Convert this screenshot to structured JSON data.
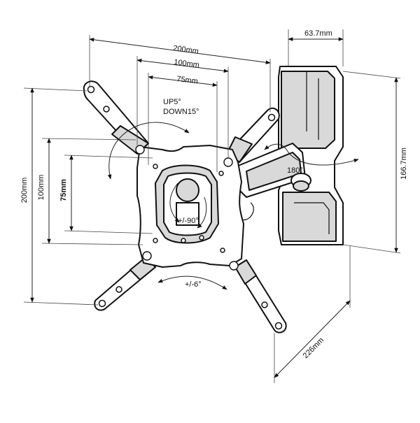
{
  "diagram": {
    "dimensions": {
      "bracket_depth": "63.7mm",
      "max_vesa_width": "200mm",
      "vesa_100_width": "100mm",
      "vesa_75_width": "75mm",
      "wall_plate_height": "166.7mm",
      "max_vesa_height": "200mm",
      "vesa_100_height": "100mm",
      "vesa_75_height": "75mm",
      "max_extension": "226mm"
    },
    "motion": {
      "tilt": [
        "UP5°",
        "DOWN15°"
      ],
      "swivel": "180°",
      "rotation": "+/-90°",
      "level_adjust": "+/-6°"
    },
    "colors": {
      "line": "#111111",
      "fill_light": "#ffffff",
      "fill_gray": "#d9d9d9"
    }
  }
}
